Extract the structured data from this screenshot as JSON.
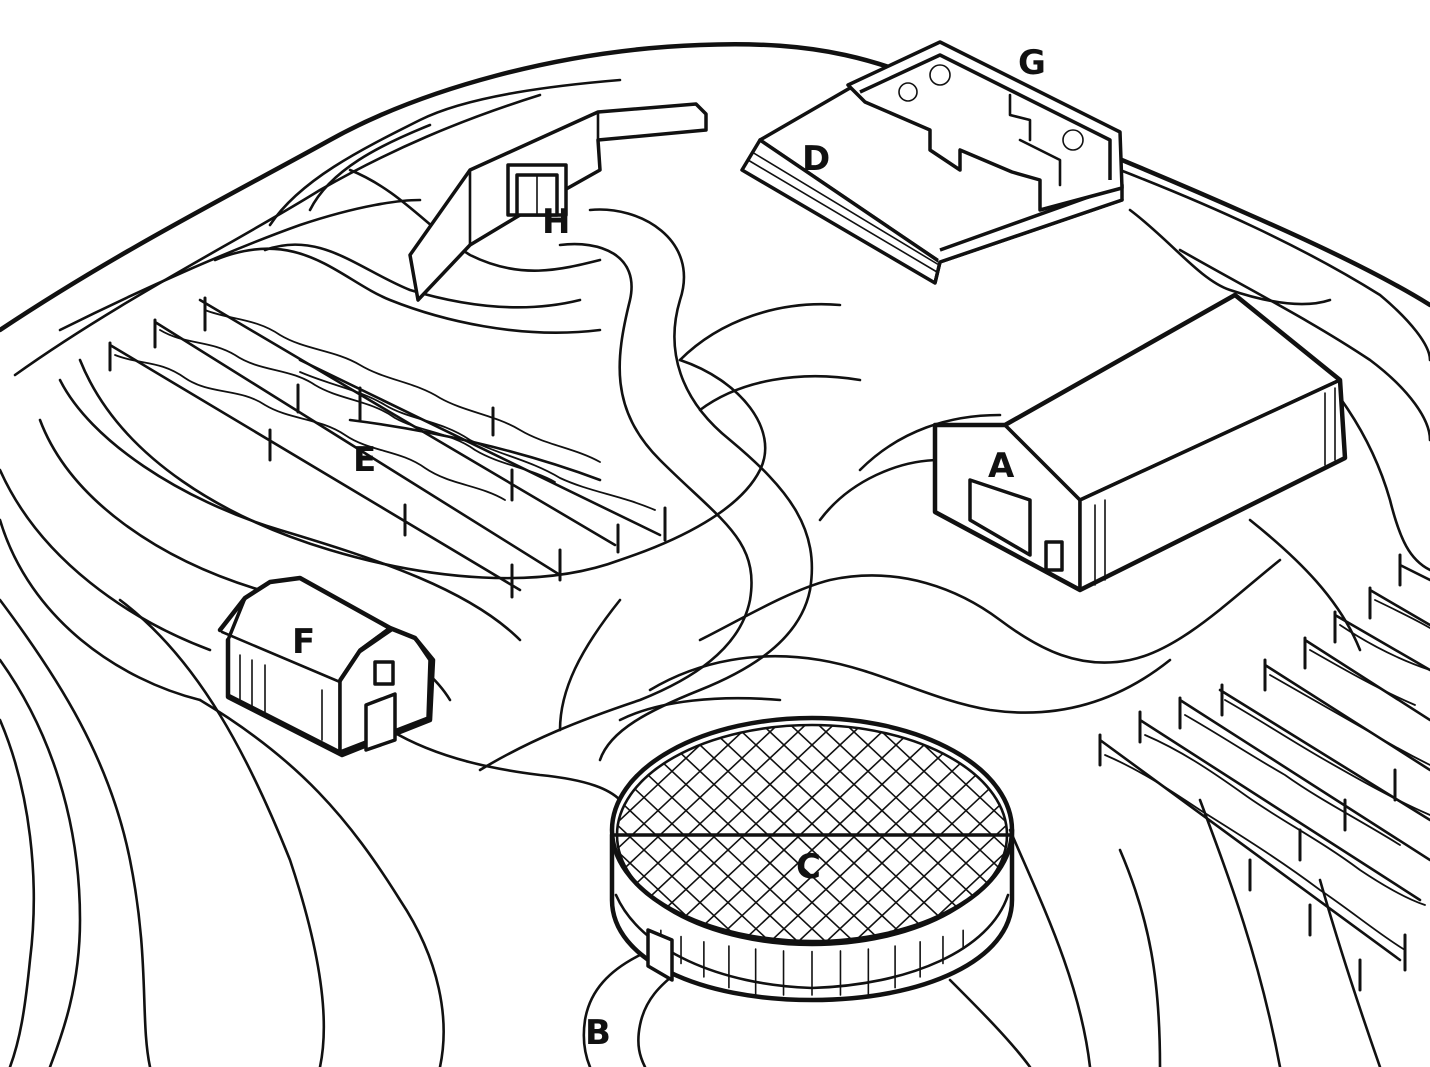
{
  "labels": {
    "A": "A",
    "B": "B",
    "C": "C",
    "D": "D",
    "E": "E",
    "F": "F",
    "G": "G",
    "H": "H"
  },
  "colors": {
    "ink": "#111111",
    "paper": "#ffffff"
  },
  "icons": {
    "A": "large-barn-icon",
    "C": "domed-circular-tank-icon",
    "D": "terrace-platform-icon",
    "E": "vineyard-rows-icon",
    "F": "small-barn-icon",
    "G": "walled-garden-icon",
    "H": "retaining-wall-gate-icon"
  }
}
